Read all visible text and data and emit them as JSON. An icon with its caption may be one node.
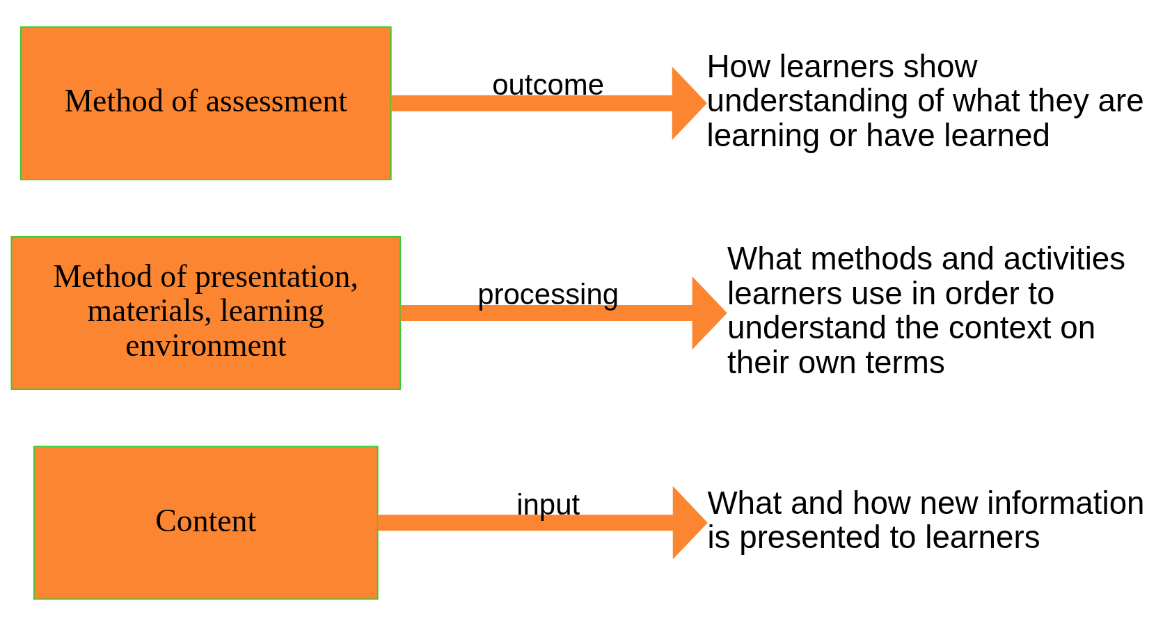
{
  "diagram": {
    "nodes": [
      {
        "text": [
          "Content"
        ]
      },
      {
        "text": [
          "What and how new information is presented to learners"
        ]
      },
      {
        "text": [
          "Method of presentation, materials, learning environment"
        ]
      },
      {
        "text": [
          "What methods and activities learners use in order to understand the context on their own terms"
        ]
      },
      {
        "text": [
          "Method of assessment"
        ]
      },
      {
        "text": [
          "How learners show understanding of what they are learning or have learned"
        ]
      }
    ],
    "edges": [
      {
        "from": 0,
        "to": 1,
        "arrow": "to",
        "label": "input"
      },
      {
        "from": 2,
        "to": 3,
        "arrow": "to",
        "label": "processing"
      },
      {
        "from": 4,
        "to": 5,
        "arrow": "to",
        "label": "outcome"
      }
    ]
  }
}
